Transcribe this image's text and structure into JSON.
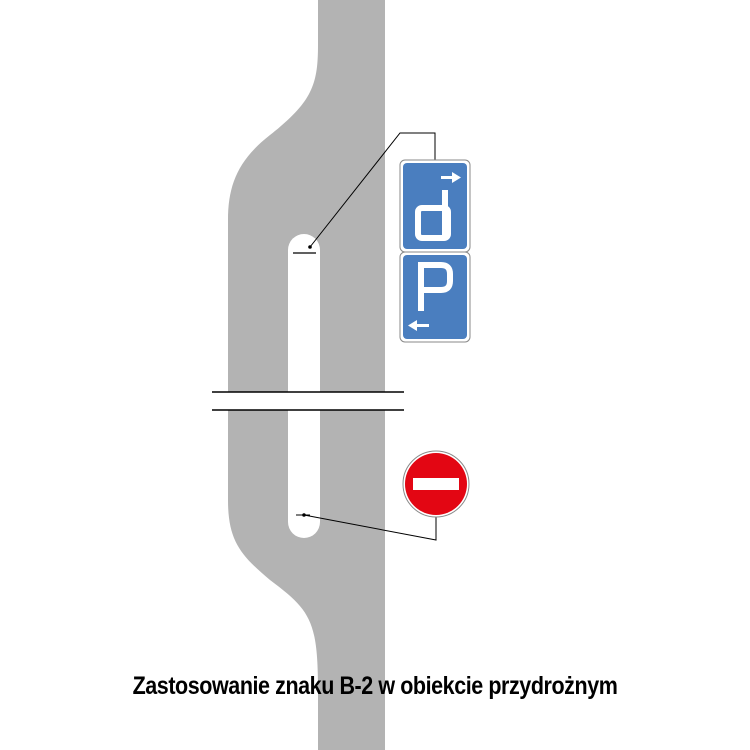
{
  "caption": "Zastosowanie znaku B-2 w obiekcie przydrożnym",
  "colors": {
    "road": "#b3b3b3",
    "island": "#ffffff",
    "sign_blue": "#4a7ebf",
    "sign_red": "#e30613",
    "line": "#000000"
  },
  "signs": [
    {
      "id": "d-sign",
      "symbol": "d",
      "arrow": "right-arrow"
    },
    {
      "id": "p-sign",
      "symbol": "P",
      "arrow": "left-arrow"
    },
    {
      "id": "b2-sign",
      "symbol": "no-entry",
      "code": "B-2"
    }
  ]
}
